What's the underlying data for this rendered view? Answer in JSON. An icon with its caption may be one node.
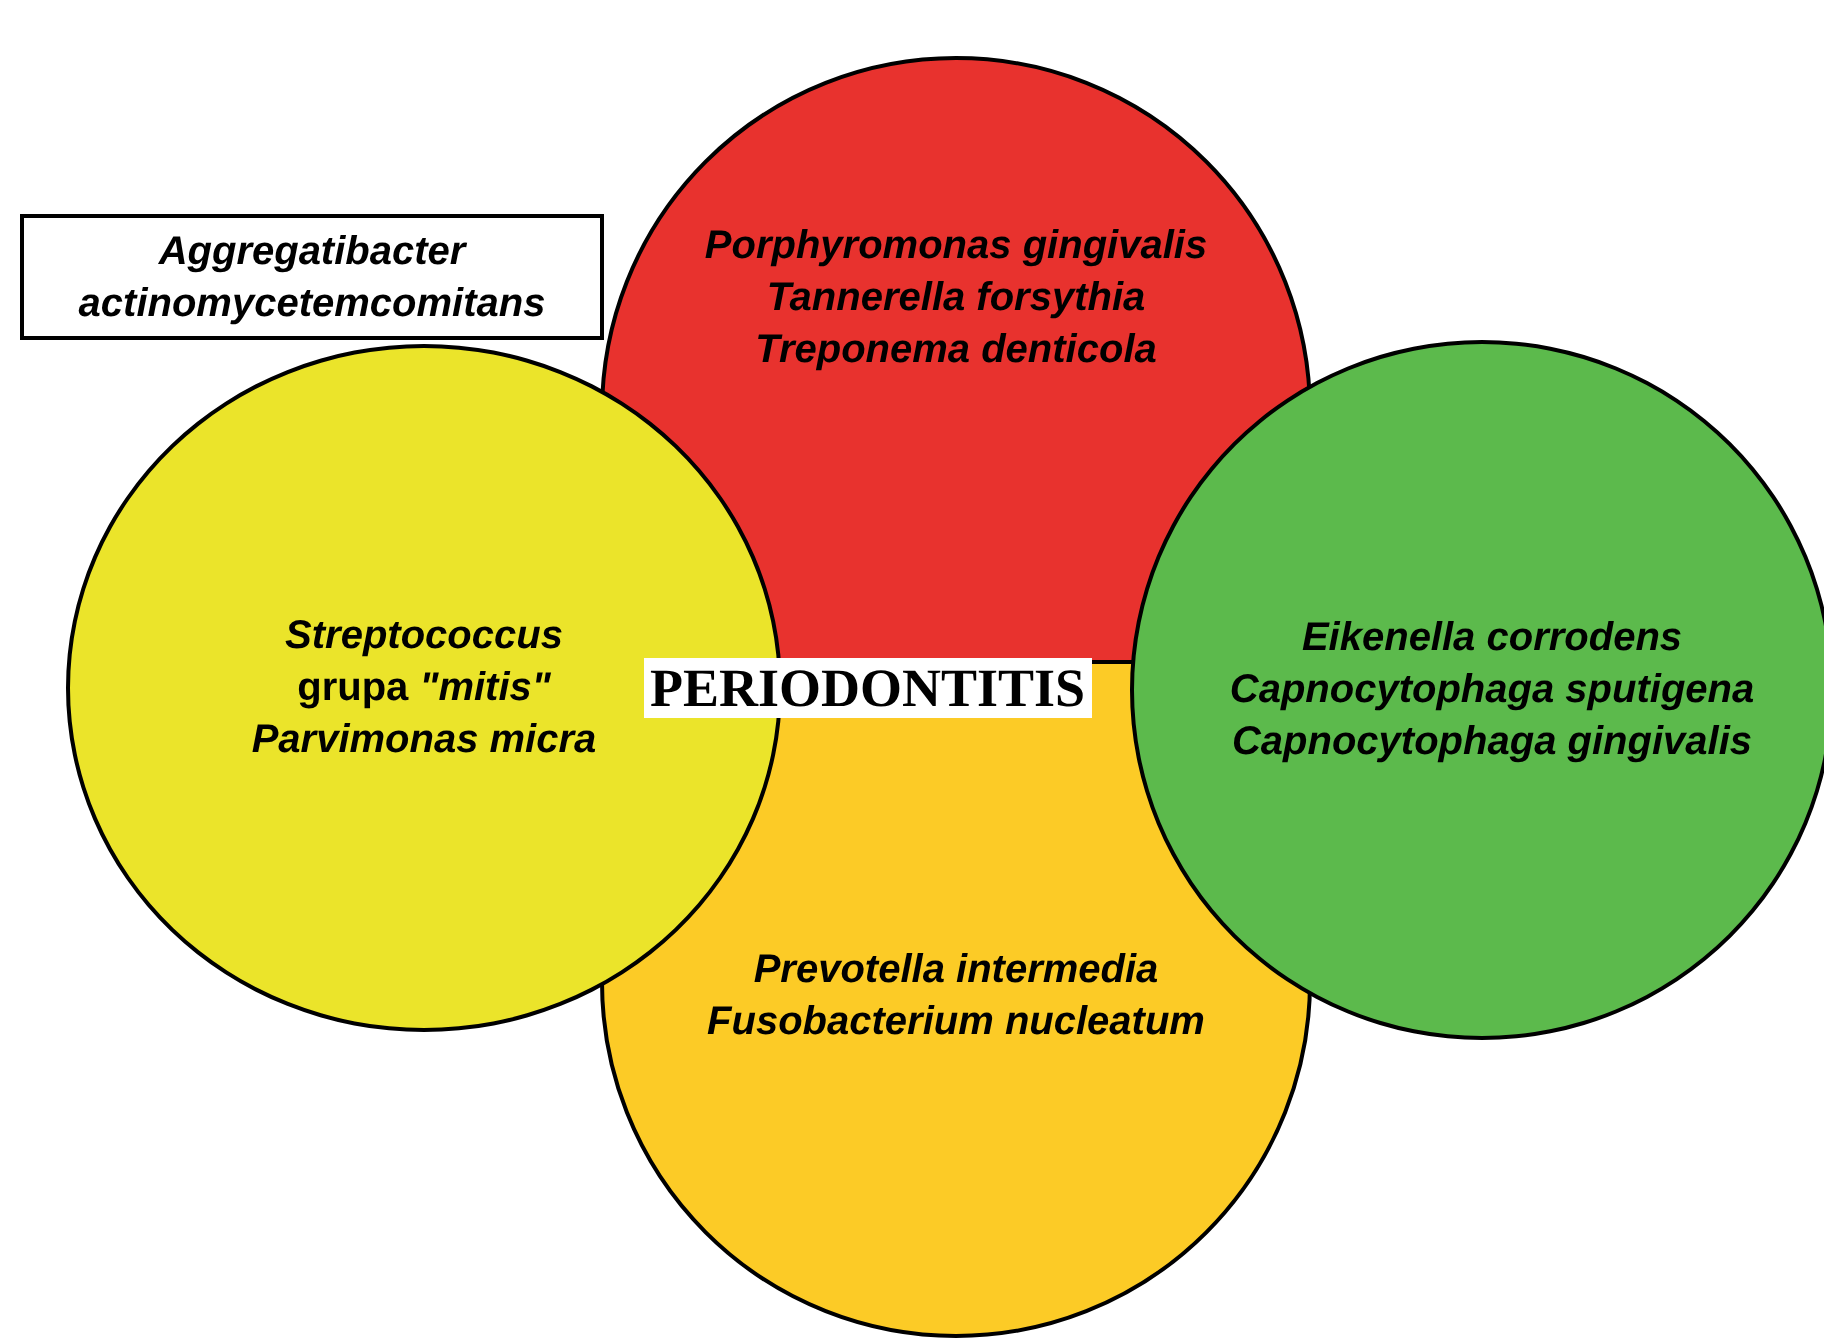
{
  "diagram": {
    "nodes": [
      {
        "text": [
          "Aggregatibacter actinomycetemcomitans"
        ]
      },
      {
        "text": [
          "Porphyromonas gingivalis",
          "Tannerella forsythia",
          "Treponema denticola"
        ]
      },
      {
        "text": [
          "Prevotella intermedia",
          "Fusobacterium nucleatum"
        ]
      },
      {
        "text": [
          "*Streptococcus* grupa *\"mitis\"*",
          "Parvimonas micra"
        ]
      },
      {
        "text": [
          "Eikenella corrodens",
          "Capnocytophaga sputigena",
          "Capnocytophaga gingivalis"
        ]
      }
    ],
    "edges": [],
    "labels": [
      "PERIODONTITIS"
    ]
  }
}
